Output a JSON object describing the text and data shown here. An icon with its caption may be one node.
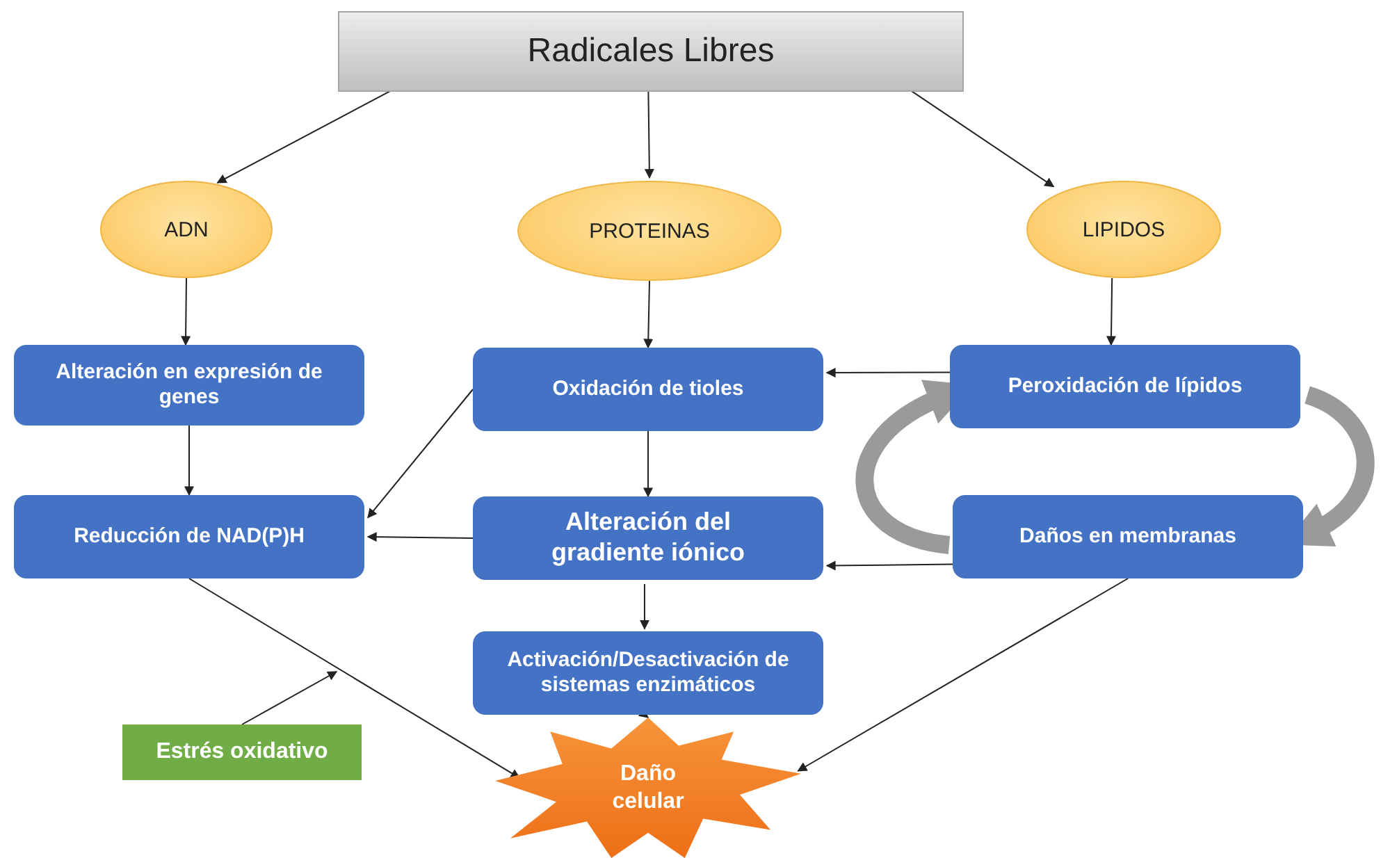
{
  "diagram": {
    "nodes": [
      {
        "text": [
          "Radicales Libres"
        ]
      },
      {
        "text": [
          "ADN"
        ]
      },
      {
        "text": [
          "PROTEINAS"
        ]
      },
      {
        "text": [
          "LIPIDOS"
        ]
      },
      {
        "text": [
          "Alteración en expresión de genes"
        ]
      },
      {
        "text": [
          "Oxidación de tioles"
        ]
      },
      {
        "text": [
          "Peroxidación de lípidos"
        ]
      },
      {
        "text": [
          "Reducción de NAD(P)H"
        ]
      },
      {
        "text": [
          "Alteración del gradiente iónico"
        ]
      },
      {
        "text": [
          "Daños en membranas"
        ]
      },
      {
        "text": [
          "Activación/Desactivación de sistemas enzimáticos"
        ]
      },
      {
        "text": [
          "Estrés oxidativo"
        ]
      },
      {
        "text": [
          "Daño celular"
        ]
      }
    ],
    "edges": [
      {
        "from": 0,
        "to": 1,
        "arrow": "to"
      },
      {
        "from": 0,
        "to": 2,
        "arrow": "to"
      },
      {
        "from": 0,
        "to": 3,
        "arrow": "to"
      },
      {
        "from": 1,
        "to": 4,
        "arrow": "to"
      },
      {
        "from": 2,
        "to": 5,
        "arrow": "to"
      },
      {
        "from": 3,
        "to": 6,
        "arrow": "to"
      },
      {
        "from": 6,
        "to": 5,
        "arrow": "to"
      },
      {
        "from": 4,
        "to": 7,
        "arrow": "to"
      },
      {
        "from": 5,
        "to": 7,
        "arrow": "to"
      },
      {
        "from": 5,
        "to": 8,
        "arrow": "to"
      },
      {
        "from": 8,
        "to": 7,
        "arrow": "to"
      },
      {
        "from": 9,
        "to": 8,
        "arrow": "to"
      },
      {
        "from": 8,
        "to": 10,
        "arrow": "to"
      },
      {
        "from": 6,
        "to": 9,
        "arrow": "to",
        "style": "thick",
        "color": "#9a9a9a"
      },
      {
        "from": 9,
        "to": 6,
        "arrow": "to",
        "style": "thick",
        "color": "#9a9a9a"
      },
      {
        "from": 7,
        "to": 12,
        "arrow": "to"
      },
      {
        "from": 10,
        "to": 12,
        "arrow": "to"
      },
      {
        "from": 9,
        "to": 12,
        "arrow": "to"
      },
      {
        "from": 11,
        "to": null,
        "arrow": "to"
      }
    ]
  }
}
